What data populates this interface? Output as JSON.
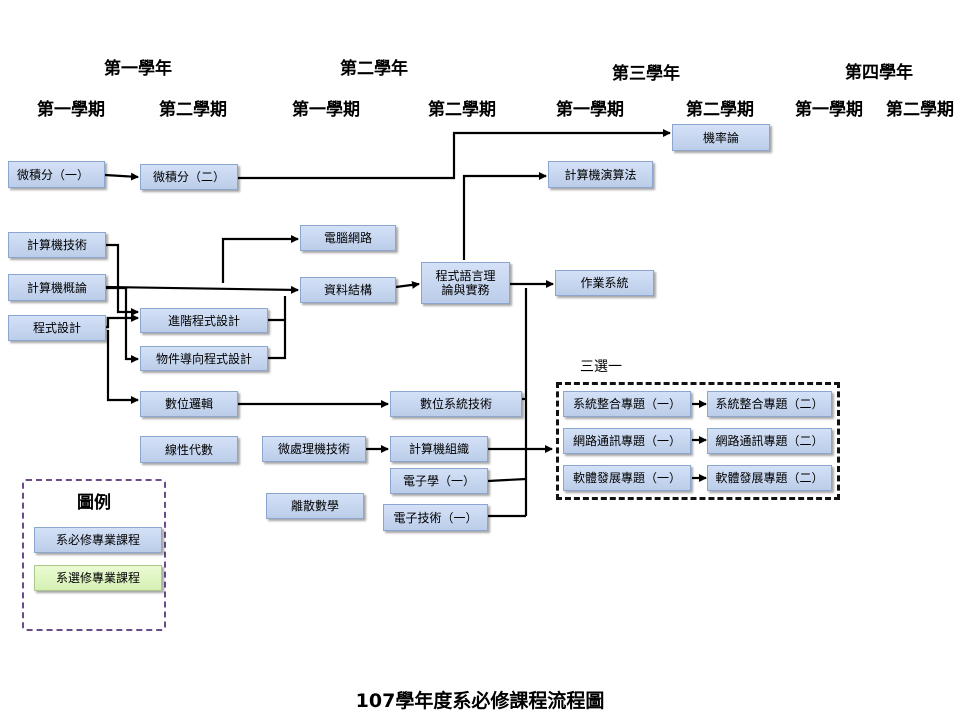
{
  "years": [
    "第一學年",
    "第二學年",
    "第三學年",
    "第四學年"
  ],
  "semesters": [
    "第一學期",
    "第二學期",
    "第一學期",
    "第二學期",
    "第一學期",
    "第二學期",
    "第一學期",
    "第二學期"
  ],
  "courses": {
    "calculus1": "微積分（一）",
    "calculus2": "微積分（二）",
    "probability": "機率論",
    "algorithms": "計算機演算法",
    "networks": "電腦網路",
    "comp_tech": "計算機技術",
    "comp_intro": "計算機概論",
    "programming": "程式設計",
    "data_structures": "資料結構",
    "prog_lang": "程式語言理\n論與實務",
    "os": "作業系統",
    "adv_prog": "進階程式設計",
    "oop": "物件導向程式設計",
    "digital_logic": "數位邏輯",
    "digital_sys": "數位系統技術",
    "linear_algebra": "線性代數",
    "microprocessor": "微處理機技術",
    "comp_org": "計算機組織",
    "electronics1": "電子學（一）",
    "discrete_math": "離散數學",
    "elec_tech1": "電子技術（一）"
  },
  "choice": {
    "title": "三選一",
    "sys_int1": "系統整合專題（一）",
    "sys_int2": "系統整合專題（二）",
    "net_comm1": "網路通訊專題（一）",
    "net_comm2": "網路通訊專題（二）",
    "sw_dev1": "軟體發展專題（一）",
    "sw_dev2": "軟體發展專題（二）"
  },
  "legend": {
    "title": "圖例",
    "required": "系必修專業課程",
    "elective": "系選修專業課程"
  },
  "colors": {
    "required_fill": "#c7d6f0",
    "elective_fill": "#def5c4",
    "line": "#000000",
    "legend_border": "#6a4c8a"
  },
  "title": "107學年度系必修課程流程圖"
}
